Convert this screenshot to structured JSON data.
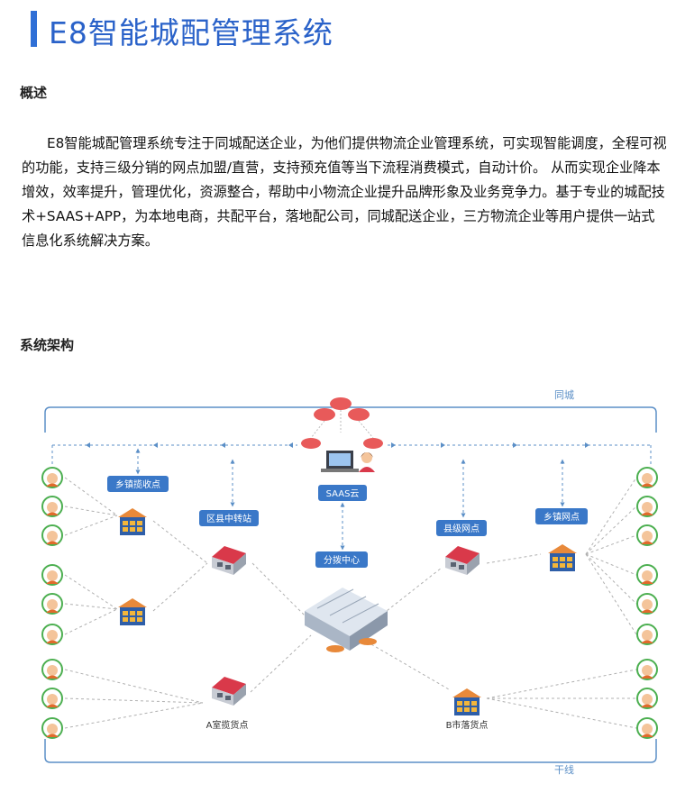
{
  "title": "E8智能城配管理系统",
  "overview": {
    "heading": "概述",
    "text": "E8智能城配管理系统专注于同城配送企业，为他们提供物流企业管理系统，可实现智能调度，全程可视的功能，支持三级分销的网点加盟/直营，支持预充值等当下流程消费模式，自动计价。 从而实现企业降本增效，效率提升，管理优化，资源整合，帮助中小物流企业提升品牌形象及业务竞争力。基于专业的城配技术+SAAS+APP，为本地电商，共配平台，落地配公司，同城配送企业，三方物流企业等用户提供一站式信息化系统解决方案。"
  },
  "architecture": {
    "heading": "系统架构",
    "region_top": "同城",
    "region_bottom": "干线",
    "labels": {
      "saas": "SAAS云",
      "sort_center": "分拨中心",
      "town_pickup": "乡镇揽收点",
      "county_transfer": "区县中转站",
      "county_branch": "县级网点",
      "town_branch": "乡镇网点",
      "pickup_a": "A室揽货点",
      "delivery_b": "B市落货点"
    }
  },
  "colors": {
    "accent": "#2a62c9",
    "line": "#5b8fc7",
    "label_bg": "#3a78c8"
  }
}
